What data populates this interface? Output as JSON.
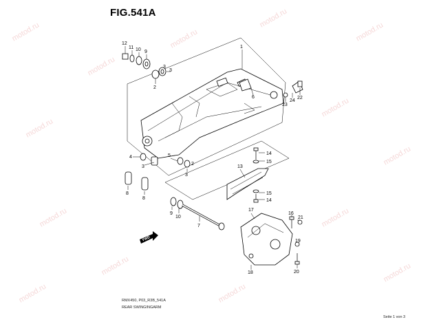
{
  "figure": {
    "title": "FIG.541A",
    "part_code": "RMX450, P03_R3B_541A",
    "part_description": "REAR SWINGINGARM",
    "page_label": "Seite 1 von 3",
    "watermark": "motod.ru",
    "callouts": [
      "1",
      "2",
      "3",
      "4",
      "5",
      "6",
      "7",
      "8",
      "9",
      "10",
      "11",
      "12",
      "13",
      "14",
      "15",
      "16",
      "17",
      "18",
      "19",
      "20",
      "21",
      "22",
      "23",
      "24"
    ],
    "fwd_label": "FWD"
  }
}
